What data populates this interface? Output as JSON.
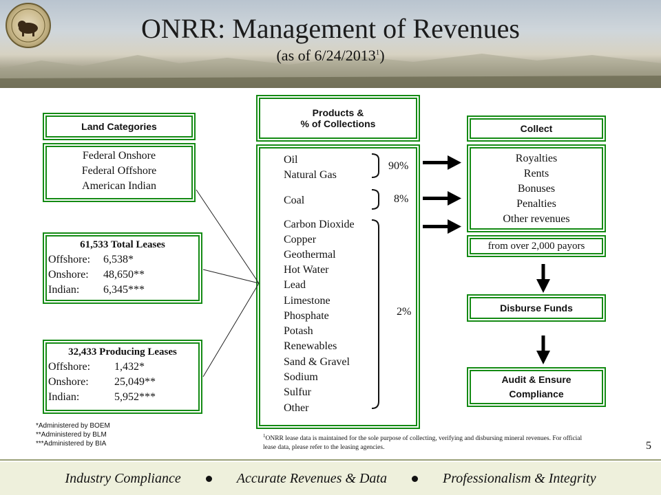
{
  "header": {
    "title": "ONRR: Management of Revenues",
    "subtitle_prefix": "(as of 6/24/2013",
    "subtitle_sup": "1",
    "subtitle_suffix": ")"
  },
  "land": {
    "header": "Land Categories",
    "items": [
      "Federal Onshore",
      "Federal Offshore",
      "American Indian"
    ]
  },
  "total_leases": {
    "title": "61,533 Total Leases",
    "rows": [
      {
        "label": "Offshore:",
        "value": "6,538*"
      },
      {
        "label": "Onshore:",
        "value": "48,650**"
      },
      {
        "label": "Indian:",
        "value": "6,345***"
      }
    ]
  },
  "producing_leases": {
    "title": "32,433 Producing Leases",
    "rows": [
      {
        "label": "Offshore:",
        "value": "1,432*"
      },
      {
        "label": "Onshore:",
        "value": "25,049**"
      },
      {
        "label": "Indian:",
        "value": "5,952***"
      }
    ]
  },
  "footnotes": [
    "*Administered by BOEM",
    "**Administered by BLM",
    "***Administered by BIA"
  ],
  "products": {
    "header_line1": "Products &",
    "header_line2": "% of Collections",
    "items": [
      "Oil",
      "Natural Gas",
      "Coal",
      "Carbon Dioxide",
      "Copper",
      "Geothermal",
      "Hot Water",
      "Lead",
      "Limestone",
      "Phosphate",
      "Potash",
      "Renewables",
      "Sand & Gravel",
      "Sodium",
      "Sulfur",
      "Other"
    ],
    "pct_oil_gas": "90%",
    "pct_coal": "8%",
    "pct_other": "2%"
  },
  "ref_note": {
    "sup": "1",
    "text": "ONRR lease data is maintained  for the sole purpose of collecting,  verifying and disbursing mineral revenues. For official lease data, please refer to the leasing agencies."
  },
  "collect": {
    "header": "Collect",
    "items": [
      "Royalties",
      "Rents",
      "Bonuses",
      "Penalties",
      "Other revenues"
    ],
    "payors": "from over 2,000 payors"
  },
  "disburse": "Disburse Funds",
  "audit": {
    "line1": "Audit & Ensure",
    "line2": "Compliance"
  },
  "page_number": "5",
  "footer": [
    "Industry Compliance",
    "Accurate Revenues & Data",
    "Professionalism & Integrity"
  ],
  "colors": {
    "box_border": "#138a13",
    "footer_bg": "#eef0dc"
  }
}
